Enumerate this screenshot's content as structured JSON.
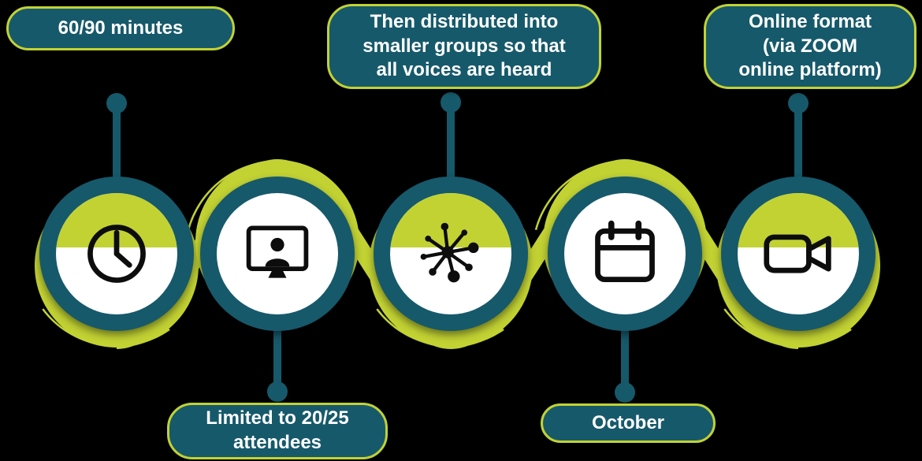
{
  "colors": {
    "background": "#000000",
    "teal": "#16596b",
    "lime": "#c2d233",
    "icon_black": "#0d0d0d",
    "text_white": "#ffffff"
  },
  "callouts": {
    "duration": "60/90 minutes",
    "groups": "Then distributed into\nsmaller groups so that\nall voices are heard",
    "format": "Online format\n(via ZOOM\nonline platform)",
    "attendees": "Limited to 20/25\nattendees",
    "month": "October"
  },
  "icons": [
    "clock-icon",
    "attendee-screen-icon",
    "network-icon",
    "calendar-icon",
    "video-camera-icon"
  ]
}
